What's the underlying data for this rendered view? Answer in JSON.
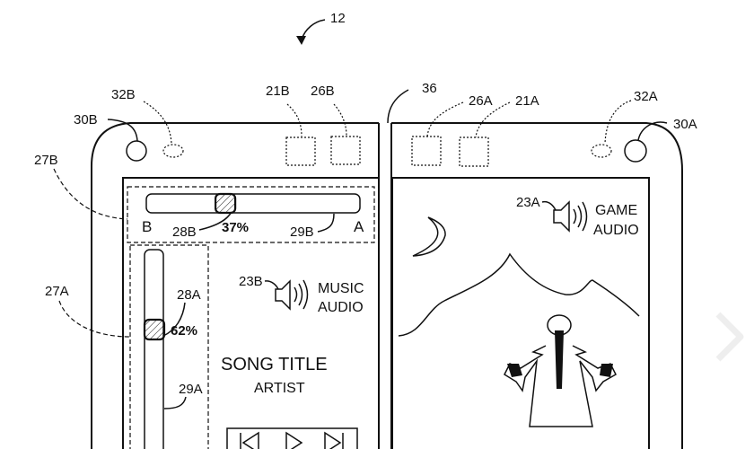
{
  "figure": {
    "ref_device": "12",
    "ref_hinge": "36"
  },
  "left_panel": {
    "ref_camera": "30B",
    "ref_sensor": "32B",
    "ref_sensor_21": "21B",
    "ref_sensor_26": "26B",
    "horizontal_slider": {
      "ref_region": "27B",
      "ref_thumb": "28B",
      "ref_track": "29B",
      "left_label": "B",
      "right_label": "A",
      "value_label": "37%",
      "value": 0.37
    },
    "vertical_slider": {
      "ref_region": "27A",
      "ref_thumb": "28A",
      "ref_track": "29A",
      "value_label": "62%",
      "value": 0.62
    },
    "audio": {
      "ref": "23B",
      "line1": "MUSIC",
      "line2": "AUDIO"
    },
    "song_title": "SONG TITLE",
    "artist": "ARTIST",
    "media_controls": [
      "previous-icon",
      "play-icon",
      "next-icon"
    ]
  },
  "right_panel": {
    "ref_camera": "30A",
    "ref_sensor": "32A",
    "ref_sensor_21": "21A",
    "ref_sensor_26": "26A",
    "audio": {
      "ref": "23A",
      "line1": "GAME",
      "line2": "AUDIO"
    }
  }
}
